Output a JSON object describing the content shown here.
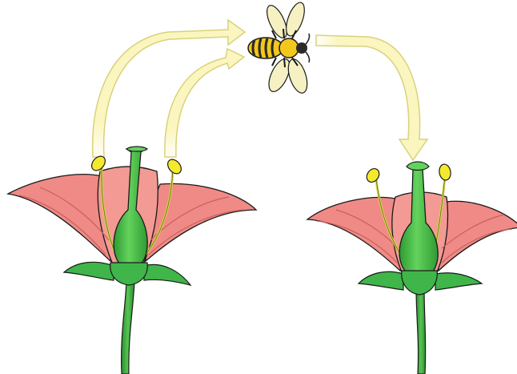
{
  "diagram": {
    "elements": {
      "left_flower": {
        "role": "pollen-source-flower"
      },
      "right_flower": {
        "role": "pollen-receiving-flower"
      },
      "bee": {
        "role": "pollinator"
      },
      "arrows": [
        "anther-left-to-bee",
        "anther-right-to-bee",
        "bee-to-stigma"
      ]
    },
    "colors": {
      "petal": "#f08a86",
      "petal_stroke": "#1a1a1a",
      "petal_vein": "#c85f5c",
      "pistil": "#4cc24a",
      "pistil_dark": "#2f9a33",
      "sepal": "#3fb54a",
      "stem": "#3aa83d",
      "anther": "#f5e92e",
      "filament": "#d9d24a",
      "arrow_fill": "#fbf6c0",
      "arrow_stroke": "#d8d27a",
      "bee_body": "#f2c81c",
      "bee_stripe": "#2a2a2a",
      "bee_wing": "#f6f1c2"
    }
  }
}
